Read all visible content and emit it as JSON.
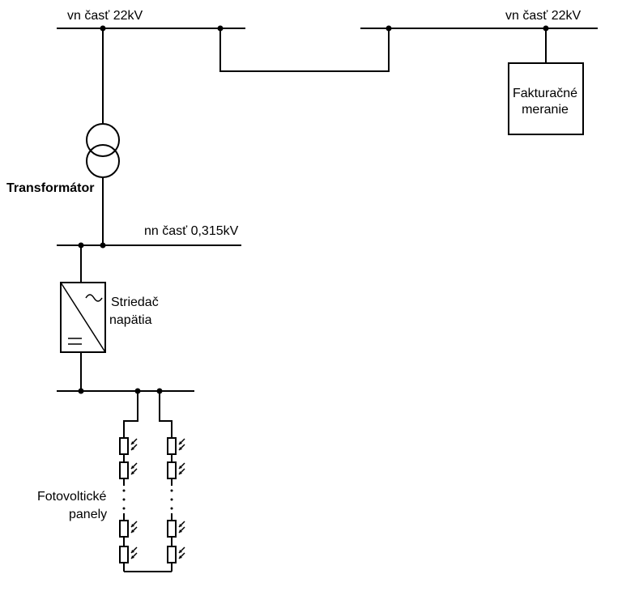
{
  "labels": {
    "vn_left": "vn časť 22kV",
    "vn_right": "vn časť 22kV",
    "transformer": "Transformátor",
    "nn_bus": "nn časť 0,315kV",
    "inverter_line1": "Striedač",
    "inverter_line2": "napätia",
    "pv_line1": "Fotovoltické",
    "pv_line2": "panely",
    "metering_line1": "Fakturačné",
    "metering_line2": "meranie"
  },
  "colors": {
    "line": "#000000",
    "background": "#ffffff"
  }
}
